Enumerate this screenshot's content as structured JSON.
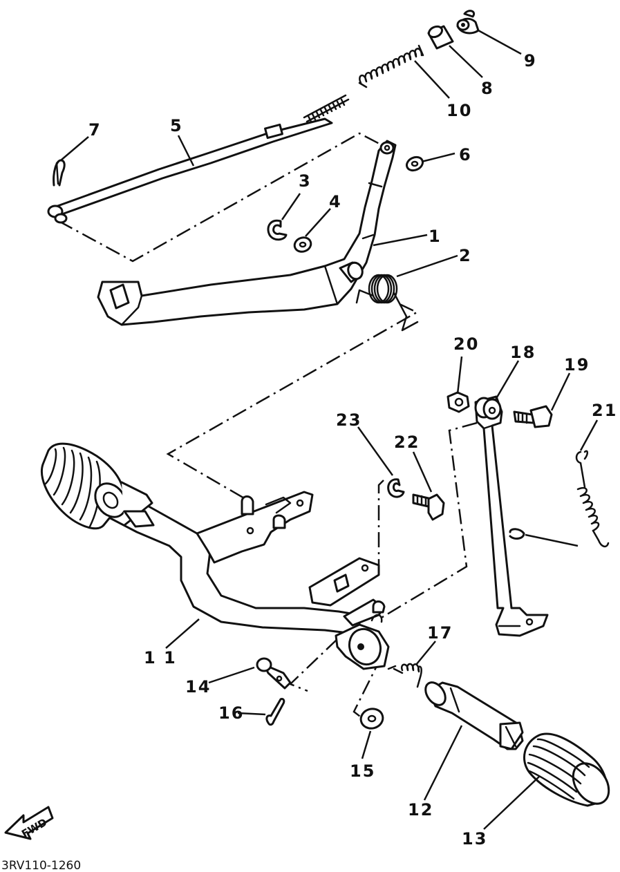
{
  "diagram": {
    "code": "3RV110-1260",
    "fwd_label": "FWD",
    "callouts": [
      {
        "id": "1",
        "label": "1"
      },
      {
        "id": "2",
        "label": "2"
      },
      {
        "id": "3",
        "label": "3"
      },
      {
        "id": "4",
        "label": "4"
      },
      {
        "id": "5",
        "label": "5"
      },
      {
        "id": "6",
        "label": "6"
      },
      {
        "id": "7",
        "label": "7"
      },
      {
        "id": "8",
        "label": "8"
      },
      {
        "id": "9",
        "label": "9"
      },
      {
        "id": "10",
        "label": "10"
      },
      {
        "id": "11",
        "label": "1 1"
      },
      {
        "id": "12",
        "label": "12"
      },
      {
        "id": "13",
        "label": "13"
      },
      {
        "id": "14",
        "label": "14"
      },
      {
        "id": "15",
        "label": "15"
      },
      {
        "id": "16",
        "label": "16"
      },
      {
        "id": "17",
        "label": "17"
      },
      {
        "id": "18",
        "label": "18"
      },
      {
        "id": "19",
        "label": "19"
      },
      {
        "id": "20",
        "label": "20"
      },
      {
        "id": "21",
        "label": "21"
      },
      {
        "id": "22",
        "label": "22"
      },
      {
        "id": "23",
        "label": "23"
      }
    ]
  }
}
